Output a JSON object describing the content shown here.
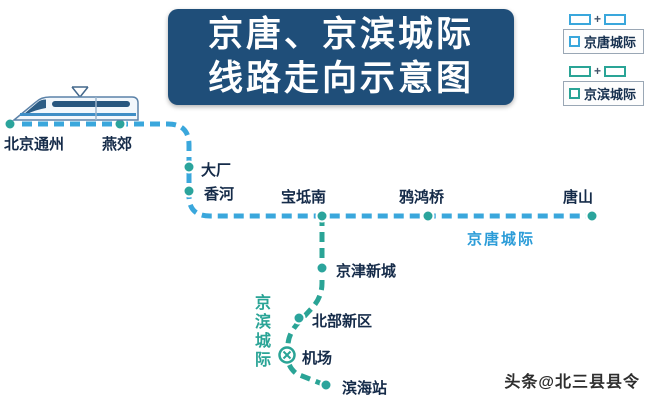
{
  "title": {
    "line1": "京唐、京滨城际",
    "line2": "线路走向示意图"
  },
  "legend": {
    "plus": "+",
    "items": [
      {
        "label": "京唐城际"
      },
      {
        "label": "京滨城际"
      }
    ]
  },
  "map": {
    "stations": [
      {
        "name": "北京通州"
      },
      {
        "name": "燕郊"
      },
      {
        "name": "大厂"
      },
      {
        "name": "香河"
      },
      {
        "name": "宝坻南"
      },
      {
        "name": "鸦鸿桥"
      },
      {
        "name": "唐山"
      },
      {
        "name": "京津新城"
      },
      {
        "name": "北部新区"
      },
      {
        "name": "机场"
      },
      {
        "name": "滨海站"
      }
    ],
    "line_labels": {
      "jingtang": "京唐城际",
      "jingbin": "京滨城际"
    }
  },
  "watermark": "头条@北三县县令",
  "colors": {
    "title-bg": "#1f4e79",
    "jingtang": "#3aa7dc",
    "jingtang-text": "#2b9cd8",
    "jingbin": "#2aa496",
    "station": "#2ba49c",
    "label": "#152b49",
    "watermark": "#2e2e2e"
  }
}
